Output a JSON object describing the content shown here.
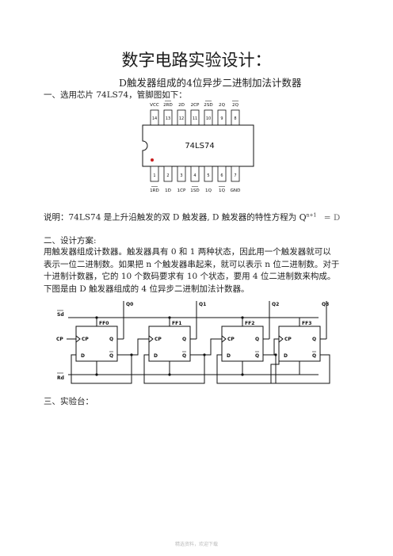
{
  "document": {
    "title": "数字电路实验设计：",
    "subtitle": "D触发器组成的4位异步二进制加法计数器",
    "section1_heading": "一、选用芯片 74LS74，管脚图如下：",
    "note_text": "说明：74LS74 是上升沿触发的双 D 触发器, D 触发器的特性方程为",
    "note_formula_end": "= D",
    "section2_heading": "二、设计方案:",
    "section2_paragraph": [
      "用触发器组成计数器。触发器具有 0 和 1 两种状态，因此用一个触发器就可以",
      "表示一位二进制数。如果把 n 个触发器串起来，就可以表示 n 位二进制数。对于",
      "十进制计数器，它的 10 个数码要求有  10  个状态，要用 4 位二进制数来构成。",
      "下图是由 D 触发器组成的 4 位异步二进制加法计数器。"
    ],
    "section3_heading": "三、实验台：",
    "footer": "精选资料，欢迎下载"
  },
  "chip": {
    "name": "74LS74",
    "top_pin_labels": [
      "VCC",
      "2RD",
      "2D",
      "2CP",
      "2SD",
      "2Q",
      "2Q"
    ],
    "top_pin_numbers": [
      "14",
      "13",
      "12",
      "11",
      "10",
      "9",
      "8"
    ],
    "bottom_pin_numbers": [
      "1",
      "2",
      "3",
      "4",
      "5",
      "6",
      "7"
    ],
    "bottom_pin_labels": [
      "1RD",
      "1D",
      "1CP",
      "1SD",
      "1Q",
      "1Q",
      "GND"
    ]
  },
  "circuit": {
    "left_labels": [
      "Sd",
      "CP",
      "Rd"
    ],
    "outputs": [
      "Q0",
      "Q1",
      "Q2",
      "Q3"
    ],
    "flipflops": [
      "FF0",
      "FF1",
      "FF2",
      "FF3"
    ],
    "pin_cp": "CP",
    "pin_q": "Q",
    "pin_d": "D",
    "pin_qbar": "Q"
  }
}
